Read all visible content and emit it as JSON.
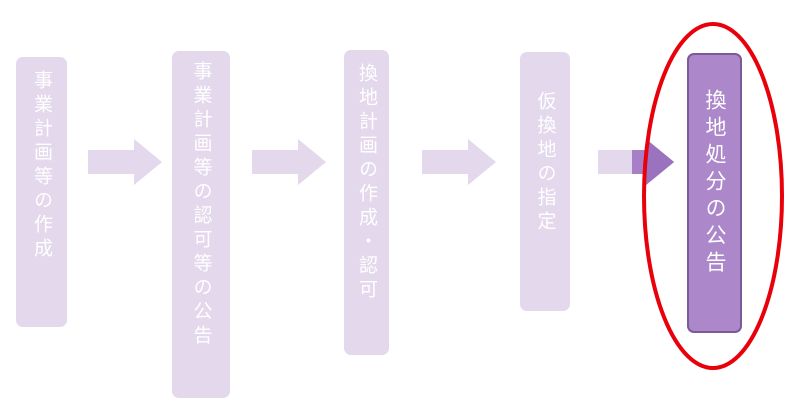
{
  "diagram": {
    "steps": [
      {
        "label": "事業計画等の作成",
        "state": "done"
      },
      {
        "label": "事業計画等の認可等の公告",
        "state": "done"
      },
      {
        "label": "換地計画の作成・認可",
        "state": "done"
      },
      {
        "label": "仮換地の指定",
        "state": "done"
      },
      {
        "label": "換地処分の公告",
        "state": "current"
      }
    ],
    "colors": {
      "pending_box": "#e3d8ec",
      "active_box": "#ac88cb",
      "active_border": "#7b5a99",
      "arrow": "#e3d8ec",
      "highlight_ring": "#e8000b"
    }
  }
}
